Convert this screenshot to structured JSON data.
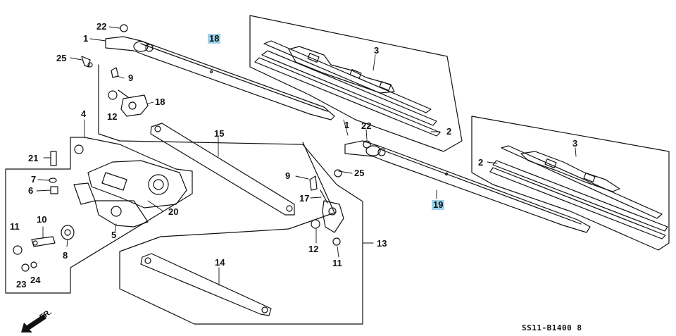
{
  "callouts": {
    "c22_top": "22",
    "c1_top": "1",
    "c18_box": "18",
    "c25_left": "25",
    "c9_left": "9",
    "c18_bracket": "18",
    "c12_left": "12",
    "c4": "4",
    "c21": "21",
    "c7": "7",
    "c6": "6",
    "c20": "20",
    "c5": "5",
    "c10": "10",
    "c11_left": "11",
    "c8": "8",
    "c23": "23",
    "c24": "24",
    "c15": "15",
    "c14": "14",
    "c3_top": "3",
    "c2_top": "2",
    "c22_right": "22",
    "c1_right": "1",
    "c9_right": "9",
    "c25_right": "25",
    "c17": "17",
    "c19_box": "19",
    "c12_right": "12",
    "c13": "13",
    "c11_right": "11",
    "c3_right": "3",
    "c2_right": "2"
  },
  "footer": {
    "drawing_code": "SS11-B1400",
    "revision": "8",
    "front_arrow_label": "FR."
  },
  "highlight_color": "#9fd3ea"
}
